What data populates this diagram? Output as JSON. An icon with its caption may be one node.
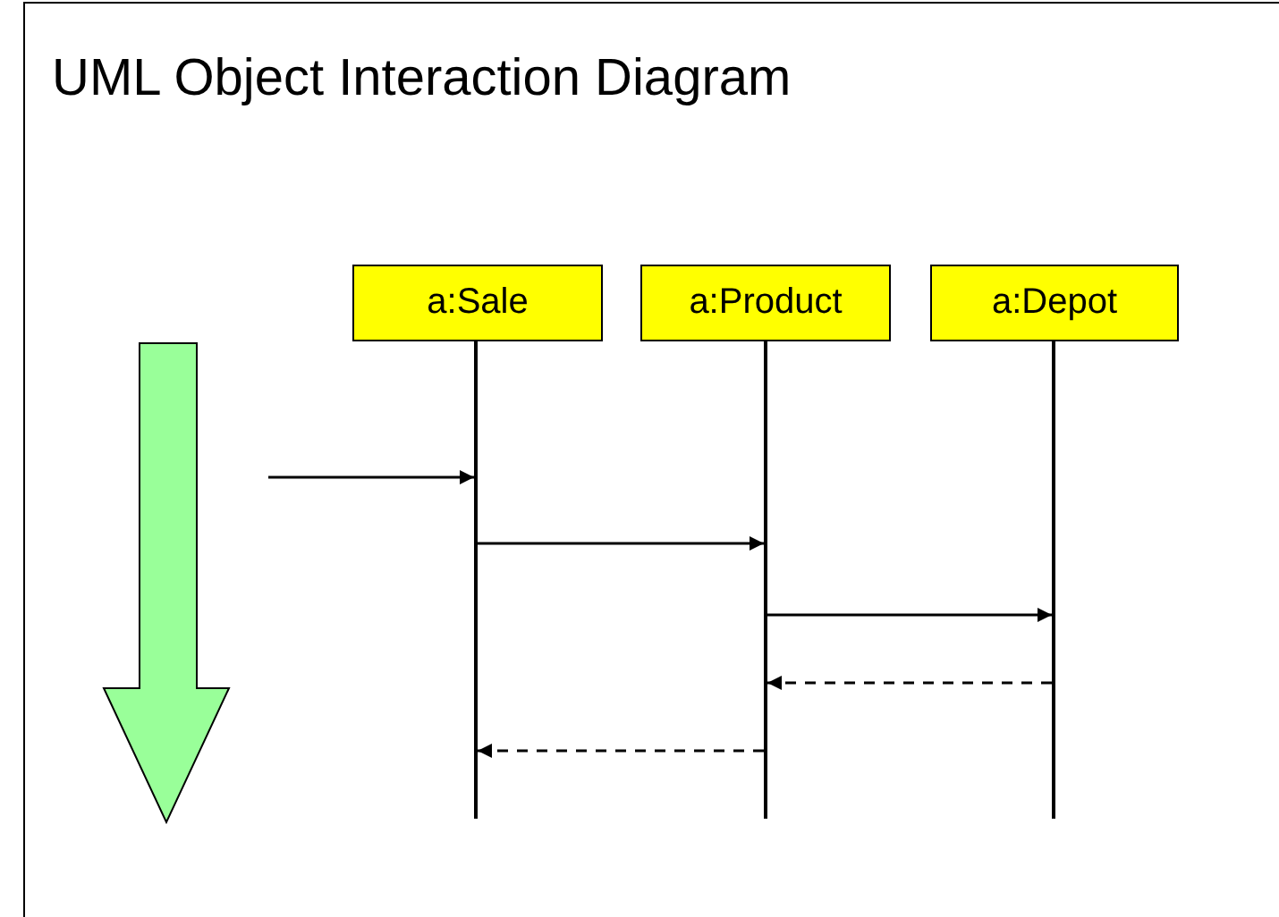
{
  "diagram": {
    "title": "UML Object Interaction Diagram",
    "nodes": [
      {
        "text": [
          "a:Sale"
        ]
      },
      {
        "text": [
          "a:Product"
        ]
      },
      {
        "text": [
          "a:Depot"
        ]
      },
      {
        "text": [],
        "shape": "bar"
      },
      {
        "text": [],
        "shape": "bar"
      },
      {
        "text": [],
        "shape": "bar"
      }
    ],
    "edges": [
      {
        "from": null,
        "to": 3,
        "arrow": "to"
      },
      {
        "from": 3,
        "to": 4,
        "arrow": "to"
      },
      {
        "from": 4,
        "to": 5,
        "arrow": "to"
      },
      {
        "from": 5,
        "to": 4,
        "arrow": "to",
        "style": "dashed"
      },
      {
        "from": 4,
        "to": 3,
        "arrow": "to",
        "style": "dashed"
      }
    ]
  }
}
